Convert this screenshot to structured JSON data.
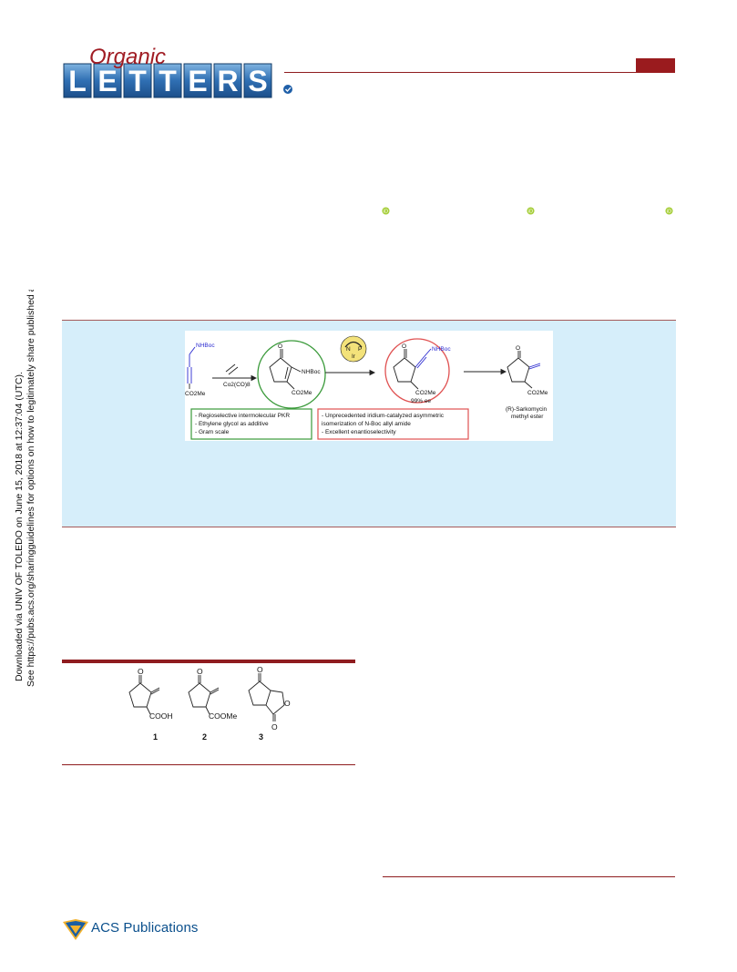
{
  "journal": {
    "script_word": "Organic",
    "block_letters": [
      "L",
      "E",
      "T",
      "T",
      "E",
      "R",
      "S"
    ]
  },
  "side_note": {
    "line1": "Downloaded via UNIV OF TOLEDO on June 15, 2018 at 12:37:04 (UTC).",
    "line2": "See https://pubs.acs.org/sharingguidelines for options on how to legitimately share published articles."
  },
  "toc": {
    "left_substituent": "NHBoc",
    "left_ester": "CO2Me",
    "reagent": "Co2(CO)8",
    "pkr_substituent": "NHBoc",
    "pkr_ester": "CO2Me",
    "catalyst_n": "N",
    "catalyst_p": "P",
    "catalyst_ir": "Ir",
    "iso_substituent": "NHBoc",
    "iso_ester": "CO2Me",
    "ee": "99% ee",
    "product_ester": "CO2Me",
    "product_name_1": "(R)-Sarkomycin",
    "product_name_2": "methyl ester",
    "green_box": [
      "- Regioselective intermolecular PKR",
      "- Ethylene glycol as additive",
      "- Gram scale"
    ],
    "red_box": [
      "- Unprecedented iridium-catalyzed asymmetric",
      "isomerization of N-Boc allyl amide",
      "- Excellent enantioselectivity"
    ]
  },
  "figure1": {
    "labels": [
      "1",
      "2",
      "3"
    ],
    "cooh": "COOH",
    "coome": "COOMe"
  },
  "footer": {
    "publisher": "ACS Publications"
  },
  "colors": {
    "accent": "#8f1c1f",
    "abstract_bg": "#d6eefa",
    "logo_blue": "#2f6fb3",
    "green": "#3a9a3a",
    "red": "#e05252",
    "bond_blue": "#2a2ad0",
    "catalyst_yellow": "#f3e27a"
  }
}
